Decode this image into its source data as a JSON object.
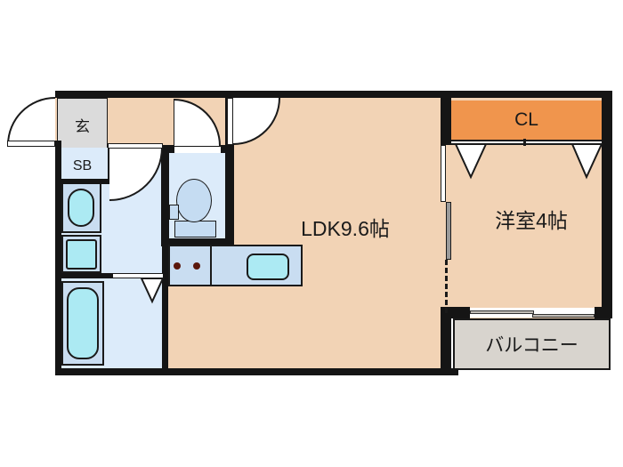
{
  "floorplan": {
    "rooms": {
      "entrance_label": "玄",
      "shoebox_label": "SB",
      "ldk_label": "LDK9.6帖",
      "western_room_label": "洋室4帖",
      "closet_label": "CL",
      "balcony_label": "バルコニー"
    },
    "colors": {
      "wall": "#151515",
      "room-fill": "#f2d3b5",
      "accent-orange": "#f0954d",
      "entrance-gray": "#dbdbdb",
      "balcony-gray": "#d8d4ce",
      "wet-floor": "#dcebfa",
      "fixture-box": "#c9ddf1",
      "fixture-cyan": "#aceaf3",
      "toilet-fill": "#c5dcf2",
      "burner-dot": "#5a170c",
      "panel-gray": "#9a9a9a",
      "window-bar": "#c0bcb6"
    }
  }
}
